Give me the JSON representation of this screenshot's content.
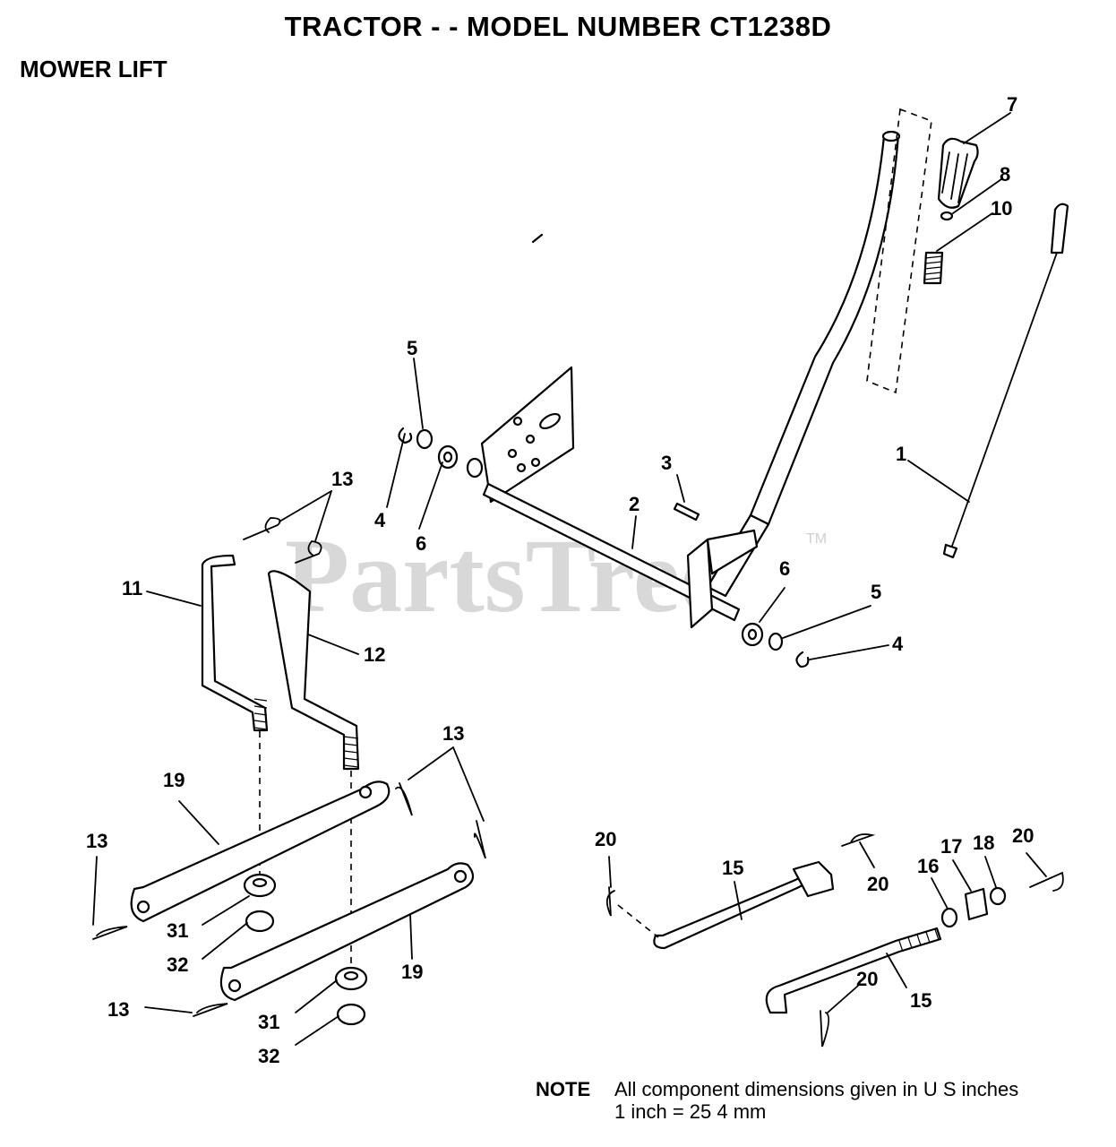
{
  "header": {
    "title": "TRACTOR - - MODEL NUMBER CT1238D",
    "section": "MOWER LIFT"
  },
  "watermark": {
    "text": "PartsTree",
    "tm": "TM"
  },
  "callouts": {
    "c7": "7",
    "c8": "8",
    "c10": "10",
    "c1": "1",
    "c5a": "5",
    "c4a": "4",
    "c6a": "6",
    "c3": "3",
    "c2": "2",
    "c13a": "13",
    "c11": "11",
    "c12": "12",
    "c6b": "6",
    "c5b": "5",
    "c4b": "4",
    "c13b": "13",
    "c19a": "19",
    "c13c": "13",
    "c31a": "31",
    "c32a": "32",
    "c19b": "19",
    "c13d": "13",
    "c31b": "31",
    "c32b": "32",
    "c20a": "20",
    "c15a": "15",
    "c20b": "20",
    "c16": "16",
    "c17": "17",
    "c18": "18",
    "c20c": "20",
    "c20d": "20",
    "c15b": "15"
  },
  "note": {
    "label": "NOTE",
    "line1": "All component dimensions given in U S  inches",
    "line2": "1 inch = 25 4 mm"
  }
}
